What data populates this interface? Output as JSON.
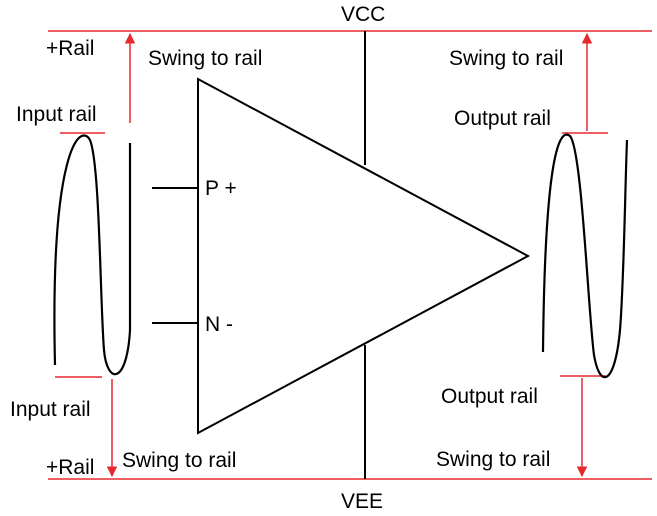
{
  "colors": {
    "rail_line": "#e8282f",
    "stroke": "#000000",
    "background": "#ffffff"
  },
  "labels": {
    "vcc": "VCC",
    "vee": "VEE",
    "plus_rail_top": "+Rail",
    "plus_rail_bottom": "+Rail",
    "input_rail_top": "Input rail",
    "input_rail_bottom": "Input rail",
    "swing_top_left": "Swing to rail",
    "swing_bottom_left": "Swing to rail",
    "swing_top_right": "Swing to rail",
    "swing_bottom_right": "Swing to rail",
    "output_rail_top": "Output rail",
    "output_rail_bottom": "Output rail",
    "input_p": "P +",
    "input_n": "N -"
  }
}
